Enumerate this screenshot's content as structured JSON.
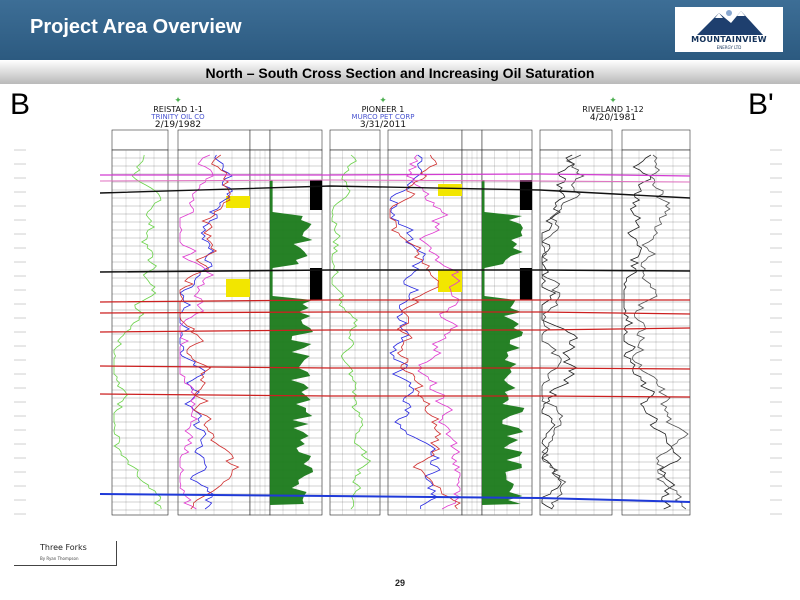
{
  "header": {
    "title": "Project Area Overview"
  },
  "logo": {
    "name": "MOUNTAINVIEW",
    "sub": "ENERGY LTD"
  },
  "subtitle": "North – South Cross Section and Increasing Oil Saturation",
  "section_ends": {
    "left": "B",
    "right": "B'"
  },
  "wells": [
    {
      "name": "REISTAD 1-1",
      "operator": "TRINITY OIL CO",
      "date": "2/19/1982"
    },
    {
      "name": "PIONEER 1",
      "operator": "MURCO PET CORP",
      "date": "3/31/2011"
    },
    {
      "name": "RIVELAND 1-12",
      "operator": "",
      "date": "4/20/1981"
    }
  ],
  "footer": {
    "legend_title": "Three Forks",
    "legend_by": "By Ryan Thompson",
    "page_number": "29"
  },
  "colors": {
    "header": "#2c5a80",
    "correlation_red": "#cc2020",
    "correlation_blue": "#1f3ad8",
    "resistivity_green": "#1a7a1a",
    "oil_yellow": "#f2e600"
  }
}
